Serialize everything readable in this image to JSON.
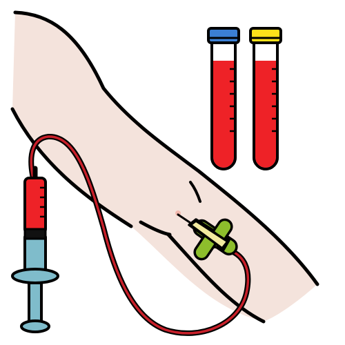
{
  "colors": {
    "background": "#ffffff",
    "skin": "#f4e3dc",
    "outline": "#000000",
    "blood": "#ee2227",
    "tube_glass": "#ffffff",
    "cap_blue": "#3b7fd4",
    "cap_yellow": "#ffe11a",
    "syringe_barrel": "#7fbccb",
    "needle_wings": "#8dbe2c",
    "needle_hub": "#f2eaa0",
    "puncture": "#f2b8ad"
  },
  "icons": {
    "arm": "arm-icon",
    "blood_tube_blue_cap": "blood-tube-blue-cap-icon",
    "blood_tube_yellow_cap": "blood-tube-yellow-cap-icon",
    "syringe": "syringe-icon",
    "butterfly_needle": "butterfly-needle-icon",
    "tubing": "tubing-icon"
  },
  "blood_tubes": [
    {
      "cap": "blue",
      "fill_level": 0.86
    },
    {
      "cap": "yellow",
      "fill_level": 0.86
    }
  ],
  "syringe": {
    "blood_fill_level": 0.55
  }
}
